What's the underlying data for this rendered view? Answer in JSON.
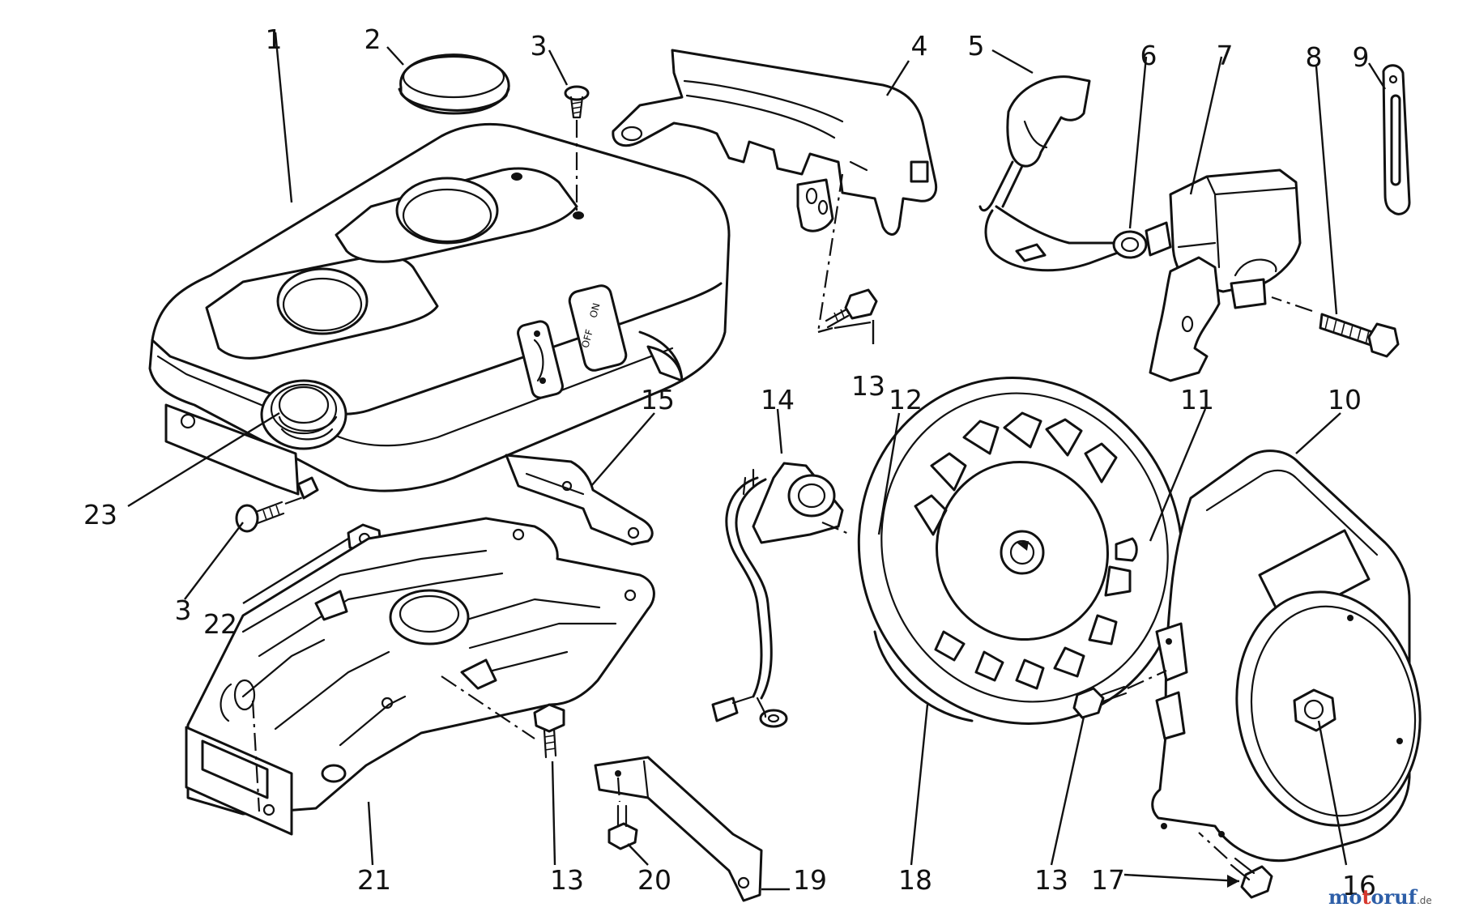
{
  "diagram": {
    "switch_off_label": "OFF",
    "switch_on_label": "ON",
    "callouts": [
      {
        "id": "c1",
        "label": "1"
      },
      {
        "id": "c2",
        "label": "2"
      },
      {
        "id": "c3a",
        "label": "3"
      },
      {
        "id": "c4",
        "label": "4"
      },
      {
        "id": "c5",
        "label": "5"
      },
      {
        "id": "c6",
        "label": "6"
      },
      {
        "id": "c7",
        "label": "7"
      },
      {
        "id": "c8",
        "label": "8"
      },
      {
        "id": "c9",
        "label": "9"
      },
      {
        "id": "c10",
        "label": "10"
      },
      {
        "id": "c11",
        "label": "11"
      },
      {
        "id": "c12",
        "label": "12"
      },
      {
        "id": "c13a",
        "label": "13"
      },
      {
        "id": "c14",
        "label": "14"
      },
      {
        "id": "c15",
        "label": "15"
      },
      {
        "id": "c23",
        "label": "23"
      },
      {
        "id": "c3b",
        "label": "3"
      },
      {
        "id": "c22",
        "label": "22"
      },
      {
        "id": "c21",
        "label": "21"
      },
      {
        "id": "c13b",
        "label": "13"
      },
      {
        "id": "c20",
        "label": "20"
      },
      {
        "id": "c19",
        "label": "19"
      },
      {
        "id": "c18",
        "label": "18"
      },
      {
        "id": "c13c",
        "label": "13"
      },
      {
        "id": "c17",
        "label": "17"
      },
      {
        "id": "c16",
        "label": "16"
      }
    ]
  },
  "watermark": {
    "part1": "mo",
    "part2": "t",
    "part3": "oruf",
    "suffix": ".de"
  }
}
